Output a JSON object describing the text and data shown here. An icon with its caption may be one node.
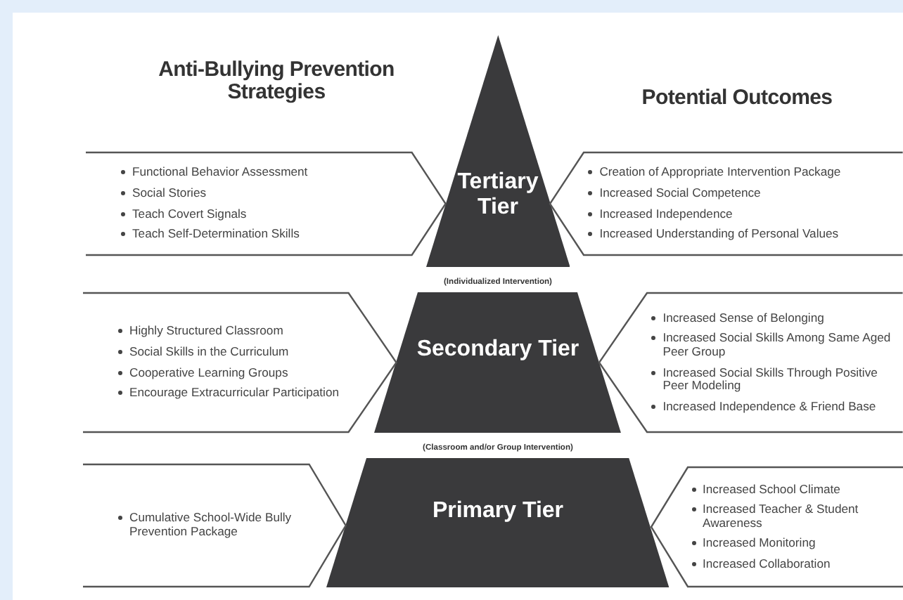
{
  "diagram": {
    "nodes": [
      {
        "text": [
          "Tertiary Tier"
        ],
        "beside": [
          "(Individualized Intervention)"
        ]
      },
      {
        "text": [
          "Secondary Tier"
        ],
        "beside": [
          "(Classroom and/or Group Intervention)"
        ]
      },
      {
        "text": [
          "Primary Tier"
        ]
      },
      {
        "text": [
          "Functional Behavior Assessment",
          "Social Stories",
          "Teach Covert Signals",
          "Teach Self-Determination Skills"
        ]
      },
      {
        "text": [
          "Highly Structured Classroom",
          "Social Skills in the Curriculum",
          "Cooperative Learning Groups",
          "Encourage Extracurricular Participation"
        ]
      },
      {
        "text": [
          "Cumulative School-Wide Bully Prevention Package"
        ]
      },
      {
        "text": [
          "Creation of Appropriate Intervention Package",
          "Increased Social Competence",
          "Increased Independence",
          "Increased Understanding of Personal Values"
        ]
      },
      {
        "text": [
          "Increased Sense of Belonging",
          "Increased Social Skills Among Same Aged Peer Group",
          "Increased Social Skills Through Positive Peer Modeling",
          "Increased Independence & Friend Base"
        ]
      },
      {
        "text": [
          "Increased School Climate",
          "Increased Teacher & Student Awareness",
          "Increased Monitoring",
          "Increased Collaboration"
        ]
      }
    ],
    "labels": [
      "Anti-Bullying Prevention Strategies",
      "Potential Outcomes"
    ]
  }
}
